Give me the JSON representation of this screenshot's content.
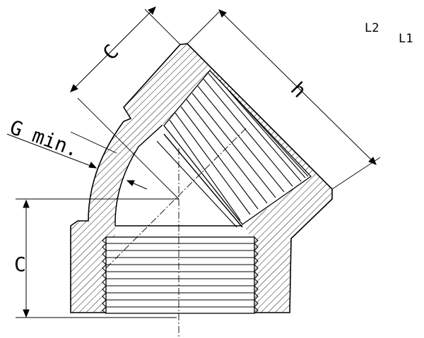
{
  "labels": {
    "c_top": "C",
    "h": "h",
    "g_min": "G min.",
    "c_left": "C",
    "l2": "L2",
    "l1": "L1"
  },
  "colors": {
    "stroke": "#000000",
    "background": "#ffffff"
  }
}
